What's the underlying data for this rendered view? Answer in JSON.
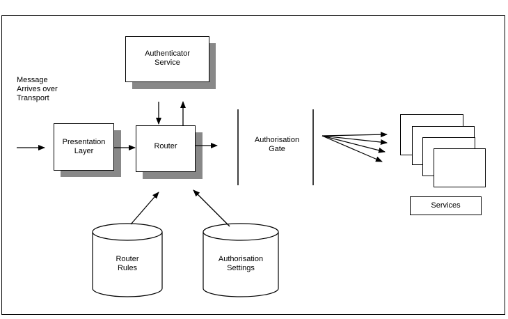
{
  "intro": {
    "line1": "Message",
    "line2": "Arrives over",
    "line3": "Transport"
  },
  "authenticator": {
    "line1": "Authenticator",
    "line2": "Service"
  },
  "presentation": {
    "line1": "Presentation",
    "line2": "Layer"
  },
  "router": {
    "label": "Router"
  },
  "gate": {
    "line1": "Authorisation",
    "line2": "Gate"
  },
  "services": {
    "label": "Services"
  },
  "router_rules": {
    "line1": "Router",
    "line2": "Rules"
  },
  "auth_settings": {
    "line1": "Authorisation",
    "line2": "Settings"
  },
  "colors": {
    "stroke": "#000000",
    "shadow": "#888888",
    "background": "#ffffff"
  }
}
